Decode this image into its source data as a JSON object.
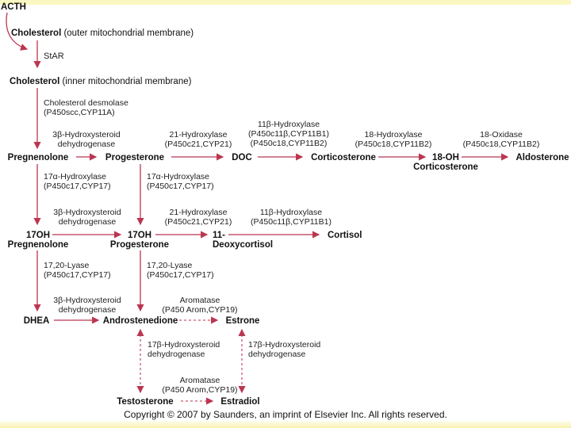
{
  "colors": {
    "arrow": "#bb3650",
    "arrow_dashed": "#c9596c",
    "top_bar": "#fbf7c2",
    "bottom_bar": "#f7f2ae",
    "ink": "#1a1a1a"
  },
  "nodes": {
    "acth": "ACTH",
    "cholesterol_outer": {
      "bold": "Cholesterol",
      "rest": " (outer mitochondrial membrane)"
    },
    "star": "StAR",
    "cholesterol_inner": {
      "bold": "Cholesterol",
      "rest": " (inner mitochondrial membrane)"
    },
    "pregnenolone": "Pregnenolone",
    "progesterone": "Progesterone",
    "doc": "DOC",
    "corticosterone": "Corticosterone",
    "oh18_corticosterone": {
      "line1": "18-OH",
      "line2": "Corticosterone"
    },
    "aldosterone": "Aldosterone",
    "oh17_pregnenolone": {
      "line1": "17OH",
      "line2": "Pregnenolone"
    },
    "oh17_progesterone": {
      "line1": "17OH",
      "line2": "Progesterone"
    },
    "deoxycortisol11": {
      "line1": "11-",
      "line2": "Deoxycortisol"
    },
    "cortisol": "Cortisol",
    "dhea": "DHEA",
    "androstenedione": "Androstenedione",
    "estrone": "Estrone",
    "testosterone": "Testosterone",
    "estradiol": "Estradiol"
  },
  "enzymes": {
    "cholesterol_desmolase": {
      "line1": "Cholesterol desmolase",
      "line2": "(P450scc,CYP11A)"
    },
    "hsd3b_1": {
      "line1": "3β-Hydroxysteroid",
      "line2": "dehydrogenase"
    },
    "cyp21_1": {
      "line1": "21-Hydroxylase",
      "line2": "(P450c21,CYP21)"
    },
    "cyp11b_doc": {
      "line1": "11β-Hydroxylase",
      "line2": "(P450c11β,CYP11B1)",
      "line3": "(P450c18,CYP11B2)"
    },
    "hydroxylase18": {
      "line1": "18-Hydroxylase",
      "line2": "(P450c18,CYP11B2)"
    },
    "oxidase18": {
      "line1": "18-Oxidase",
      "line2": "(P450c18,CYP11B2)"
    },
    "cyp17_1": {
      "line1": "17α-Hydroxylase",
      "line2": "(P450c17,CYP17)"
    },
    "cyp17_2": {
      "line1": "17α-Hydroxylase",
      "line2": "(P450c17,CYP17)"
    },
    "hsd3b_2": {
      "line1": "3β-Hydroxysteroid",
      "line2": "dehydrogenase"
    },
    "cyp21_2": {
      "line1": "21-Hydroxylase",
      "line2": "(P450c21,CYP21)"
    },
    "cyp11b1_cortisol": {
      "line1": "11β-Hydroxylase",
      "line2": "(P450c11β,CYP11B1)"
    },
    "lyase_1": {
      "line1": "17,20-Lyase",
      "line2": "(P450c17,CYP17)"
    },
    "lyase_2": {
      "line1": "17,20-Lyase",
      "line2": "(P450c17,CYP17)"
    },
    "hsd3b_3": {
      "line1": "3β-Hydroxysteroid",
      "line2": "dehydrogenase"
    },
    "aromatase_1": {
      "line1": "Aromatase",
      "line2": "(P450 Arom,CYP19)"
    },
    "hsd17b_1": {
      "line1": "17β-Hydroxysteroid",
      "line2": "dehydrogenase"
    },
    "hsd17b_2": {
      "line1": "17β-Hydroxysteroid",
      "line2": "dehydrogenase"
    },
    "aromatase_2": {
      "line1": "Aromatase",
      "line2": "(P450 Arom,CYP19)"
    }
  },
  "footer": {
    "copyright": "Copyright © 2007 by Saunders, an imprint of Elsevier Inc. All rights reserved."
  }
}
